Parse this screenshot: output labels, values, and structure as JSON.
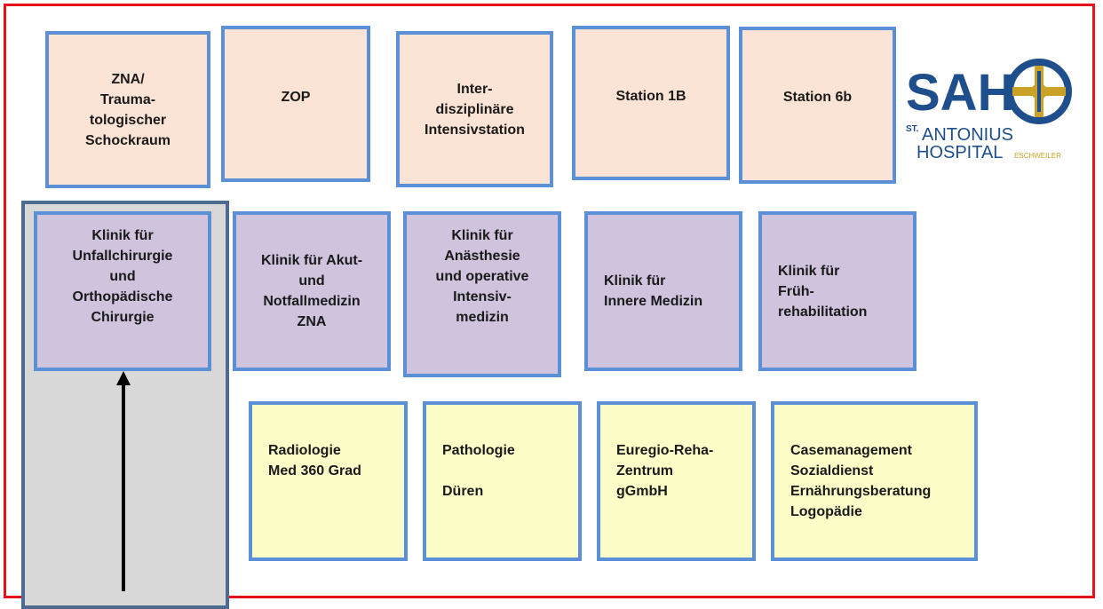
{
  "top_units": [
    {
      "id": "zna-schockraum",
      "label": "ZNA/\nTrauma-\ntologischer\nSchockraum"
    },
    {
      "id": "zop",
      "label": "ZOP"
    },
    {
      "id": "intensivstation",
      "label": "Inter-\ndisziplinäre\nIntensivstation"
    },
    {
      "id": "station-1b",
      "label": "Station 1B"
    },
    {
      "id": "station-6b",
      "label": "Station 6b"
    }
  ],
  "kliniken": [
    {
      "id": "unfallchirurgie",
      "label": "Klinik für\nUnfallchirurgie\nund\nOrthopädische\nChirurgie"
    },
    {
      "id": "akut-notfallmedizin",
      "label": "Klinik für Akut-\nund\nNotfallmedizin\nZNA"
    },
    {
      "id": "anaesthesie",
      "label": "Klinik für\nAnästhesie\nund operative\nIntensiv-\nmedizin"
    },
    {
      "id": "innere-medizin",
      "label": "Klinik für\nInnere Medizin"
    },
    {
      "id": "fruehrehabilitation",
      "label": "Klinik für\nFrüh-\nrehabilitation"
    }
  ],
  "services": [
    {
      "id": "radiologie",
      "label": "Radiologie\nMed 360 Grad"
    },
    {
      "id": "pathologie",
      "label": "Pathologie\n\nDüren"
    },
    {
      "id": "euregio-reha",
      "label": "Euregio-Reha-\nZentrum\ngGmbH"
    },
    {
      "id": "casemanagement",
      "label": "Casemanagement\nSozialdienst\nErnährungsberatung\nLogopädie"
    }
  ],
  "logo": {
    "abbr": "SAH",
    "st": "ST.",
    "line1": "ANTONIUS",
    "line2": "HOSPITAL",
    "city": "ESCHWEILER"
  },
  "colors": {
    "frame": "#e8101a",
    "box_border": "#5b8fd6",
    "top_fill": "#fbe4d5",
    "klinik_fill": "#cfc3dd",
    "service_fill": "#fdfdc8",
    "panel_fill": "#d8d8d8",
    "logo_blue": "#1f4e8c",
    "logo_gold": "#c9a227"
  }
}
